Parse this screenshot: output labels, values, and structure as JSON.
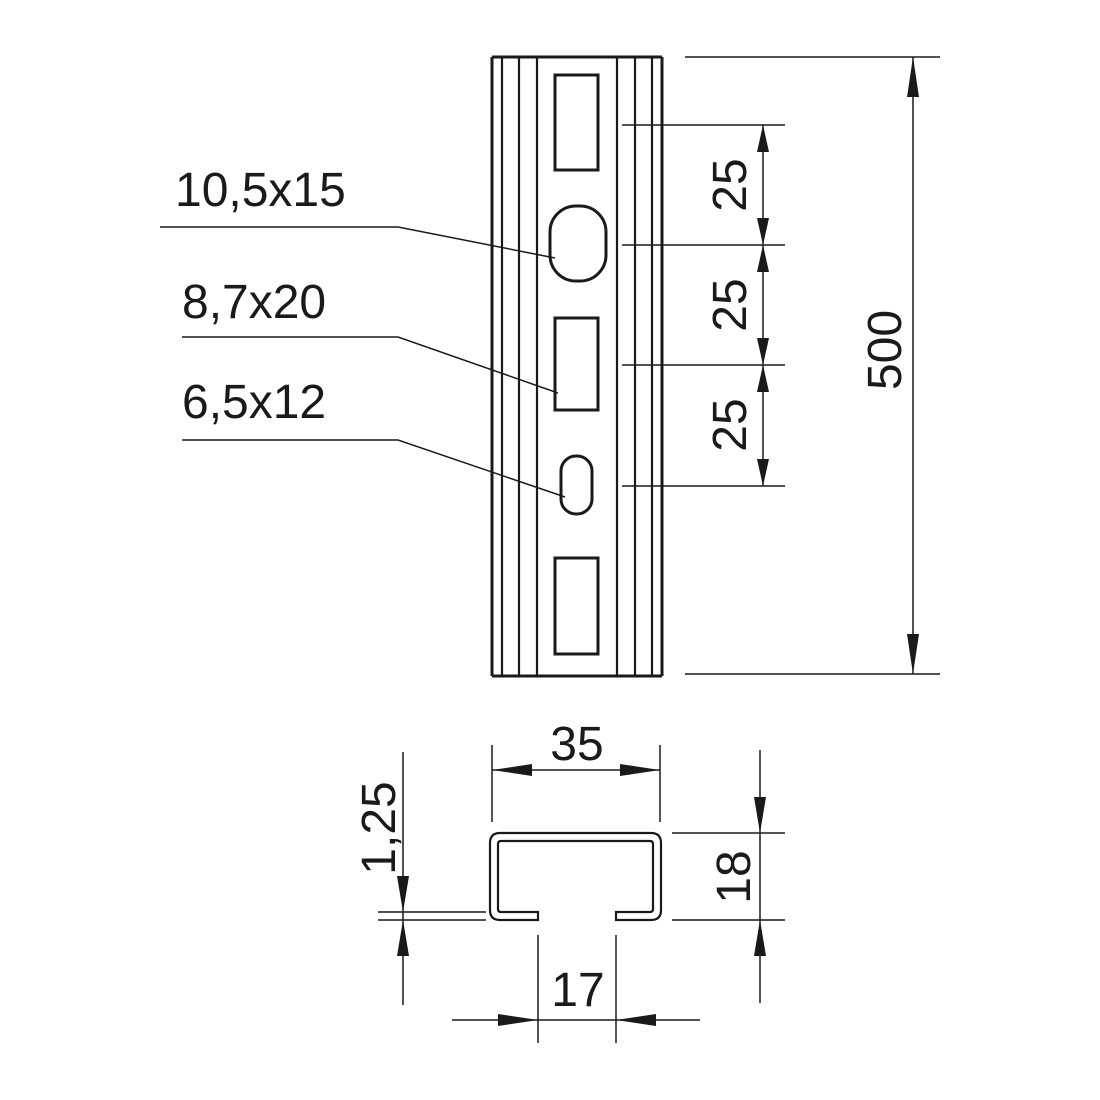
{
  "hole_labels": {
    "large_slot": "10,5x15",
    "rect_slot": "8,7x20",
    "small_slot": "6,5x12"
  },
  "dimensions": {
    "pitch_1": "25",
    "pitch_2": "25",
    "pitch_3": "25",
    "length": "500",
    "width": "35",
    "height": "18",
    "thickness": "1,25",
    "opening": "17"
  }
}
